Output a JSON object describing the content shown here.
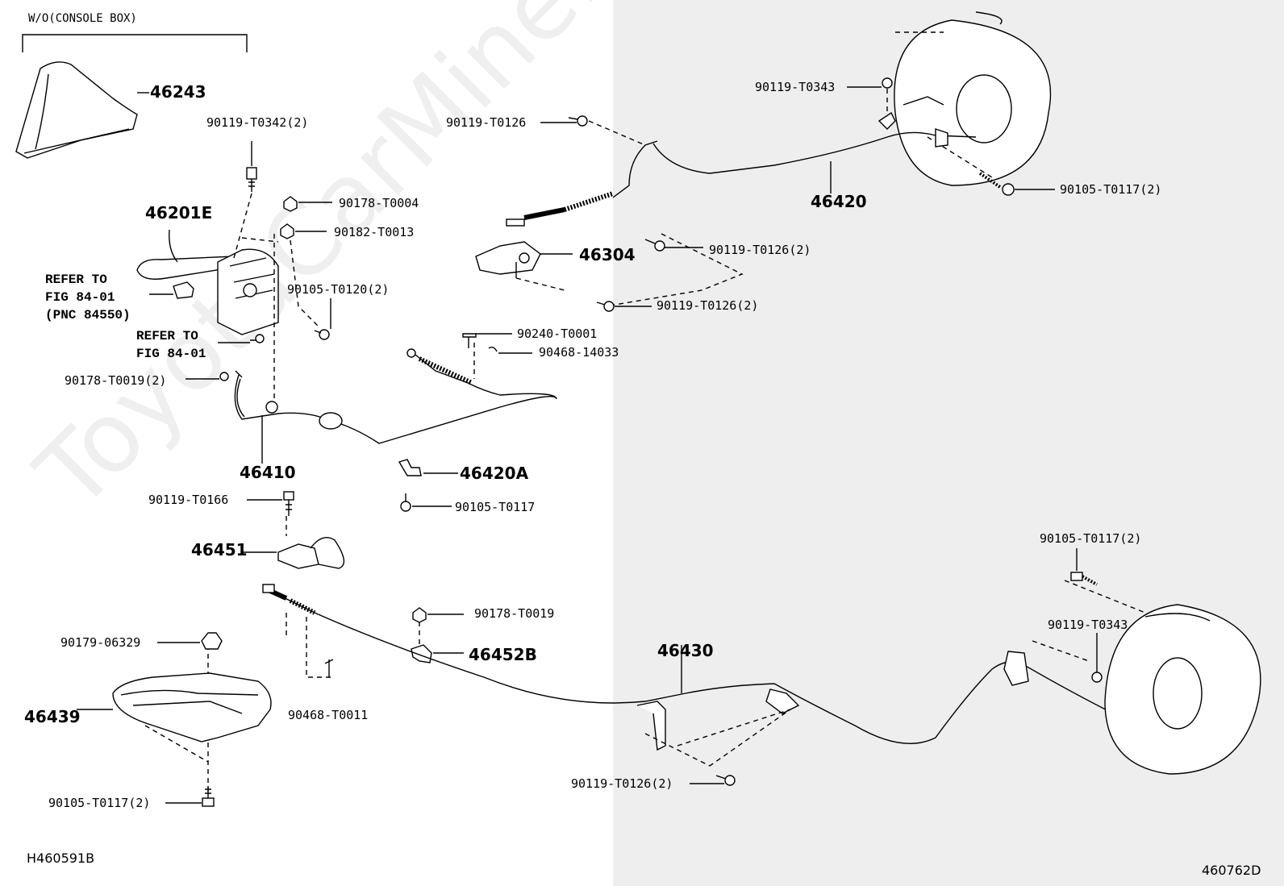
{
  "watermark": "ToyotaCarMine.ru",
  "group_label": "W/O(CONSOLE BOX)",
  "left_code": "H460591B",
  "right_code": "460762D",
  "refer1": {
    "l1": "REFER TO",
    "l2": "FIG 84-01",
    "l3": "(PNC 84550)"
  },
  "refer2": {
    "l1": "REFER TO",
    "l2": "FIG 84-01"
  },
  "parts": {
    "p46243": "46243",
    "p90119_T0342": "90119-T0342(2)",
    "p90178_T0004": "90178-T0004",
    "p90182_T0013": "90182-T0013",
    "p46201E": "46201E",
    "p90105_T0120": "90105-T0120(2)",
    "p90178_T0019_2": "90178-T0019(2)",
    "p46410": "46410",
    "p90240_T0001": "90240-T0001",
    "p90468_14033": "90468-14033",
    "p46420A": "46420A",
    "p90105_T0117_a": "90105-T0117",
    "p90119_T0166": "90119-T0166",
    "p46451": "46451",
    "p90178_T0019": "90178-T0019",
    "p46452B": "46452B",
    "p90179_06329": "90179-06329",
    "p46439": "46439",
    "p90468_T0011": "90468-T0011",
    "p90105_T0117_2b": "90105-T0117(2)",
    "p90119_T0126": "90119-T0126",
    "p90119_T0343_a": "90119-T0343",
    "p46420": "46420",
    "p90105_T0117_2c": "90105-T0117(2)",
    "p90119_T0126_2a": "90119-T0126(2)",
    "p46304": "46304",
    "p90119_T0126_2b": "90119-T0126(2)",
    "p90105_T0117_2d": "90105-T0117(2)",
    "p90119_T0343_b": "90119-T0343",
    "p46430": "46430",
    "p90119_T0126_2c": "90119-T0126(2)"
  }
}
